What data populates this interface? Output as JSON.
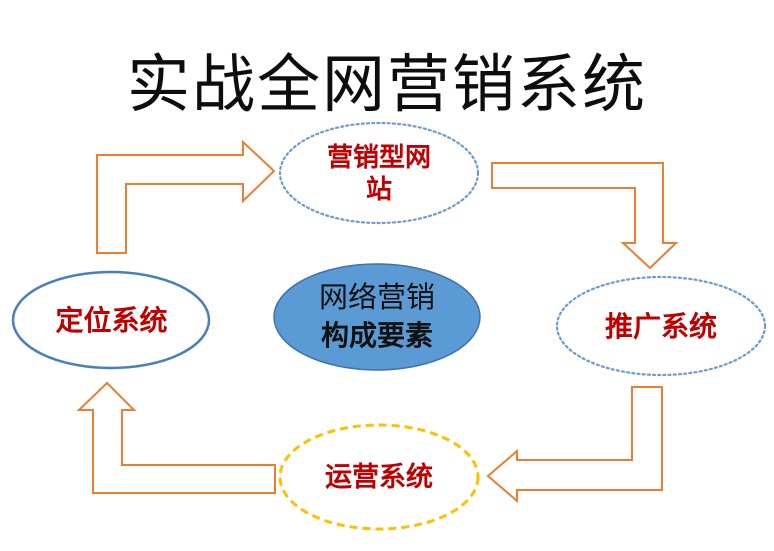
{
  "title": "实战全网营销系统",
  "diagram": {
    "center": {
      "line1": "网络营销",
      "line2": "构成要素"
    },
    "nodes": [
      {
        "id": "website",
        "label": "营销型网站",
        "border_style": "dotted",
        "border_color": "#6C9BD2",
        "position": "top"
      },
      {
        "id": "promotion",
        "label": "推广系统",
        "border_style": "dotted",
        "border_color": "#6C9BD2",
        "position": "right"
      },
      {
        "id": "operation",
        "label": "运营系统",
        "border_style": "dashed",
        "border_color": "#FFC000",
        "position": "bottom"
      },
      {
        "id": "positioning",
        "label": "定位系统",
        "border_style": "solid",
        "border_color": "#4A7EBF",
        "position": "left"
      }
    ],
    "flow": [
      "positioning → website",
      "website → promotion",
      "promotion → operation",
      "operation → positioning"
    ]
  },
  "colors": {
    "label_red": "#C00000",
    "arrow_orange": "#ED7D31",
    "center_fill_blue": "#5B9BD5",
    "center_border_blue": "#3F72A8",
    "dotted_blue": "#6C9BD2",
    "solid_blue": "#4A7EBF",
    "dashed_gold": "#FFC000",
    "title_black": "#0d0d0d"
  }
}
